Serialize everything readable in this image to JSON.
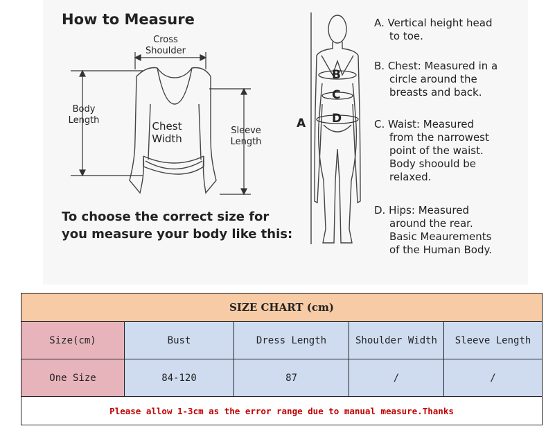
{
  "guide": {
    "title": "How to Measure",
    "labels": {
      "cross_shoulder": [
        "Cross",
        "Shoulder"
      ],
      "body_length": [
        "Body",
        "Length"
      ],
      "chest_width": [
        "Chest",
        "Width"
      ],
      "sleeve_length": [
        "Sleeve",
        "Length"
      ]
    },
    "choose_text": [
      "To choose the correct size for",
      "you measure your body like this:"
    ],
    "figure_letters": {
      "a": "A",
      "b": "B",
      "c": "C",
      "d": "D"
    },
    "definitions": {
      "a": [
        "A. Vertical height head",
        "to toe."
      ],
      "b": [
        "B. Chest: Measured in a",
        "circle around the",
        "breasts and back."
      ],
      "c": [
        "C. Waist: Measured",
        "from the narrowest",
        "point of the waist.",
        "Body shoould be",
        "relaxed."
      ],
      "d": [
        "D. Hips: Measured",
        "around the rear.",
        "Basic Meaurements",
        "of the Human Body."
      ]
    }
  },
  "size_chart": {
    "title": "SIZE  CHART (cm)",
    "headers": [
      "Size(cm)",
      "Bust",
      "Dress Length",
      "Shoulder Width",
      "Sleeve Length"
    ],
    "rows": [
      [
        "One Size",
        "84-120",
        "87",
        "/",
        "/"
      ]
    ],
    "note": "Please allow 1-3cm as the error range due to manual measure.Thanks"
  },
  "colors": {
    "title_row": "#f7cba6",
    "header_cells": "#cfdcf0",
    "size_column": "#e8b4bc",
    "note_text": "#c00000"
  }
}
